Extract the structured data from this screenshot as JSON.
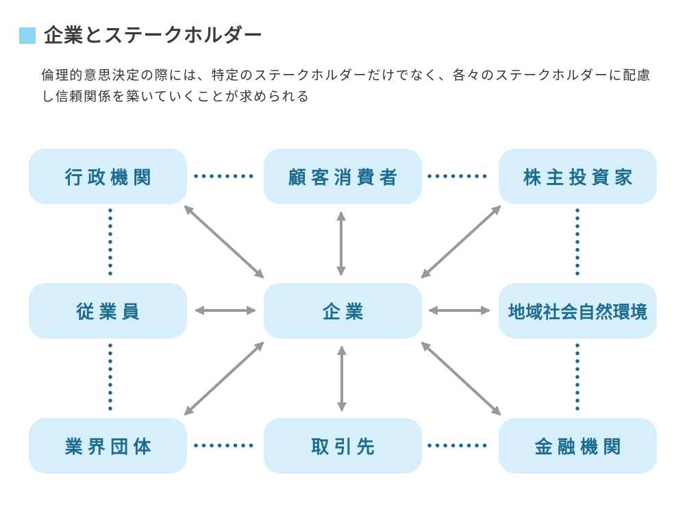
{
  "header": {
    "title": "企業とステークホルダー"
  },
  "description": "倫理的意思決定の際には、特定のステークホルダーだけでなく、各々のステークホルダーに配慮し信頼関係を築いていくことが求められる",
  "colors": {
    "title_bullet": "#8bd7f3",
    "node_fill": "#d7effa",
    "node_text": "#1b6b8e",
    "arrow": "#999999",
    "dotted_link": "#1d6787",
    "title_text": "#3a3a3a"
  },
  "diagram": {
    "nodes": [
      {
        "id": "government-agencies",
        "label": "行政機関",
        "position": "top-left"
      },
      {
        "id": "customers-consumers",
        "label": "顧客消費者",
        "position": "top-center"
      },
      {
        "id": "shareholders-investors",
        "label": "株主投資家",
        "position": "top-right"
      },
      {
        "id": "employees",
        "label": "従業員",
        "position": "middle-left"
      },
      {
        "id": "company",
        "label": "企業",
        "position": "center"
      },
      {
        "id": "community-environment",
        "label": "地域社会自然環境",
        "position": "middle-right"
      },
      {
        "id": "industry-associations",
        "label": "業界団体",
        "position": "bottom-left"
      },
      {
        "id": "business-partners",
        "label": "取引先",
        "position": "bottom-center"
      },
      {
        "id": "financial-institutions",
        "label": "金融機関",
        "position": "bottom-right"
      }
    ],
    "connections": {
      "hub_double_arrows": [
        [
          "企業",
          "行政機関"
        ],
        [
          "企業",
          "顧客消費者"
        ],
        [
          "企業",
          "株主投資家"
        ],
        [
          "企業",
          "従業員"
        ],
        [
          "企業",
          "地域社会自然環境"
        ],
        [
          "企業",
          "業界団体"
        ],
        [
          "企業",
          "取引先"
        ],
        [
          "企業",
          "金融機関"
        ]
      ],
      "perimeter_dotted_links": [
        [
          "行政機関",
          "顧客消費者"
        ],
        [
          "顧客消費者",
          "株主投資家"
        ],
        [
          "株主投資家",
          "地域社会自然環境"
        ],
        [
          "地域社会自然環境",
          "金融機関"
        ],
        [
          "金融機関",
          "取引先"
        ],
        [
          "取引先",
          "業界団体"
        ],
        [
          "業界団体",
          "従業員"
        ],
        [
          "従業員",
          "行政機関"
        ]
      ]
    }
  }
}
